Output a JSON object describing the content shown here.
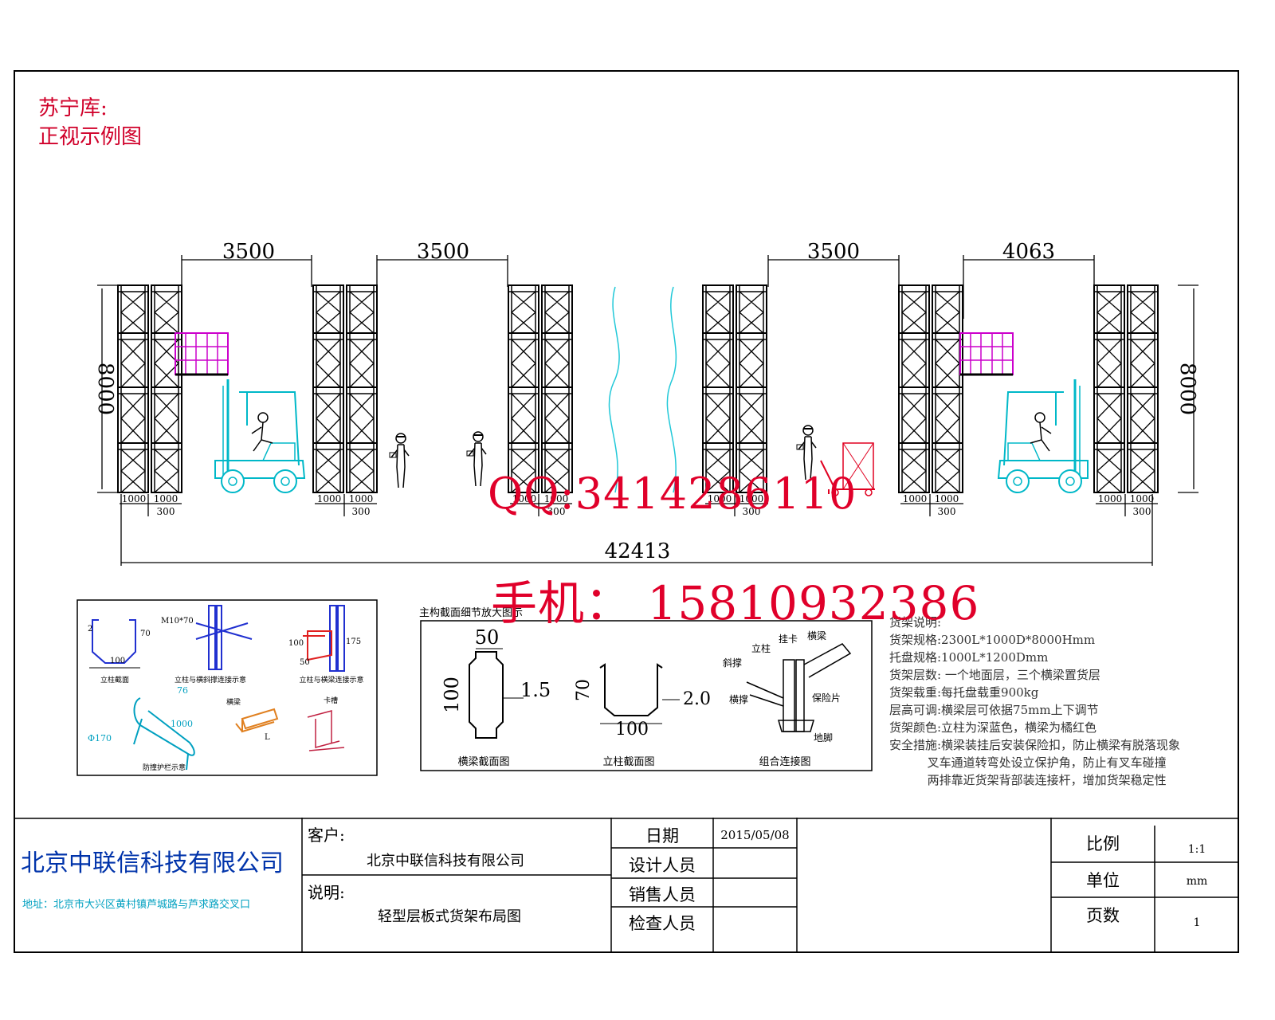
{
  "heading": {
    "line1": "苏宁库:",
    "line2": "正视示例图"
  },
  "dimensions": {
    "aisle_widths": [
      "3500",
      "3500",
      "3500",
      "4063"
    ],
    "height_left": "8000",
    "height_right": "8000",
    "total_length": "42413",
    "rack_depth": "1000",
    "flue_gap": "300"
  },
  "watermark": {
    "qq": "QQ:3414286110",
    "phone": "手机： 15810932386"
  },
  "detail_left": {
    "post_dims": {
      "side": "2",
      "height": "70",
      "width": "100"
    },
    "bolt_label": "M10*70",
    "dims_small": {
      "a": "100",
      "b": "175",
      "c": "50"
    },
    "guard": {
      "dia": "Φ170",
      "len": "1000",
      "small": "76"
    },
    "captions": [
      "立柱截面",
      "立柱与横斜撑连接示意",
      "立柱与横梁连接示意",
      "防撞护栏示意",
      "横梁",
      "L",
      "卡槽"
    ]
  },
  "detail_mid": {
    "title": "主构截面细节放大图示",
    "beam": {
      "width": "50",
      "height": "100",
      "thickness": "1.5",
      "caption": "横梁截面图"
    },
    "upright": {
      "height": "70",
      "width": "100",
      "thickness": "2.0",
      "caption": "立柱截面图"
    },
    "assembly": {
      "caption": "组合连接图",
      "labels": [
        "立柱",
        "挂卡",
        "横梁",
        "斜撑",
        "横撑",
        "保险片",
        "地脚"
      ]
    }
  },
  "specs": {
    "title": "货架说明:",
    "lines": [
      "货架规格:2300L*1000D*8000Hmm",
      "托盘规格:1000L*1200Dmm",
      "货架层数: 一个地面层，三个横梁置货层",
      "货架载重:每托盘载重900kg",
      "层高可调:横梁层可依据75mm上下调节",
      "货架颜色:立柱为深蓝色，横梁为橘红色",
      "安全措施:横梁装挂后安装保险扣，防止横梁有脱落现象",
      "          叉车通道转弯处设立保护角，防止有叉车碰撞",
      "          两排靠近货架背部装连接杆，增加货架稳定性"
    ]
  },
  "title_block": {
    "company": "北京中联信科技有限公司",
    "address": "地址：北京市大兴区黄村镇芦城路与芦求路交叉口",
    "client_label": "客户:",
    "client": "北京中联信科技有限公司",
    "desc_label": "说明:",
    "desc": "轻型层板式货架布局图",
    "date_label": "日期",
    "date": "2015/05/08",
    "designer_label": "设计人员",
    "sales_label": "销售人员",
    "checker_label": "检查人员",
    "scale_label": "比例",
    "scale": "1:1",
    "unit_label": "单位",
    "unit": "mm",
    "pages_label": "页数",
    "pages": "1"
  },
  "colors": {
    "rack": "#000000",
    "pallet": "#cc00cc",
    "forklift": "#00b8c8",
    "pallet_jack": "#e00020",
    "title_red": "#d0002a",
    "company_blue": "#0033aa",
    "address_cyan": "#00a0c0"
  }
}
